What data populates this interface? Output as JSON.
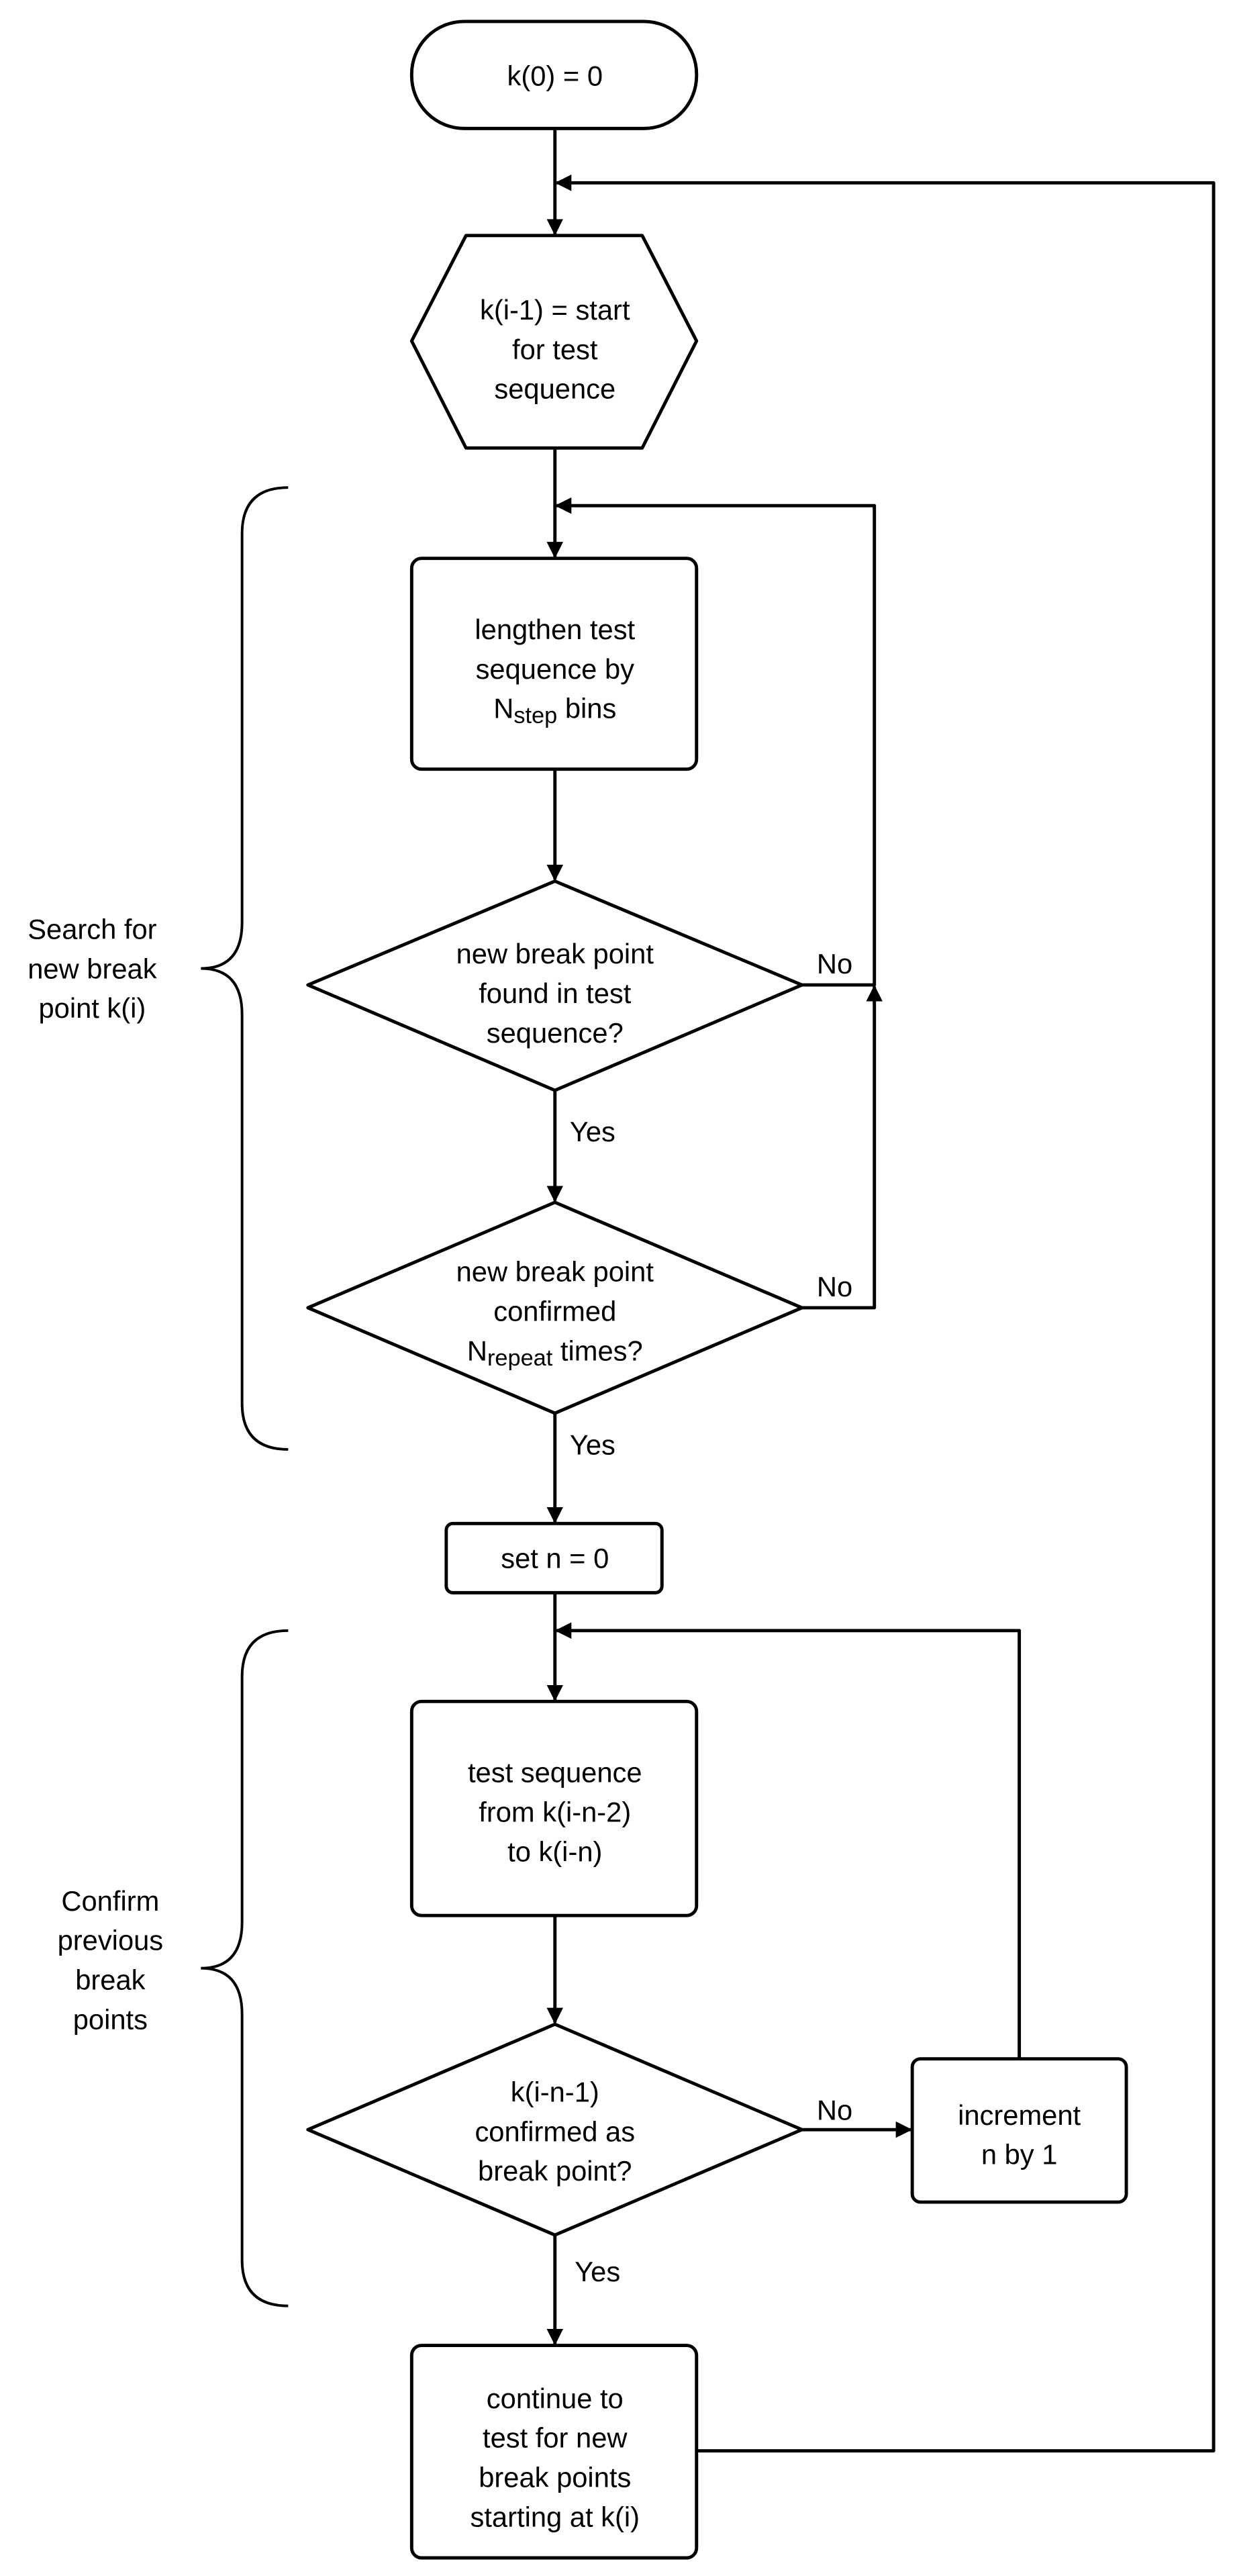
{
  "nodes": {
    "start": {
      "lines": [
        "k(0) = 0"
      ]
    },
    "prep": {
      "lines": [
        "k(i-1) = start",
        "for test",
        "sequence"
      ]
    },
    "lengthen": {
      "lines": [
        "lengthen test",
        "sequence by"
      ],
      "sub_main": "N",
      "sub": "step",
      "sub_after": " bins"
    },
    "found": {
      "lines": [
        "new break point",
        "found in test",
        "sequence?"
      ]
    },
    "confirmed": {
      "lines": [
        "new break point",
        "confirmed"
      ],
      "sub_main": "N",
      "sub": "repeat",
      "sub_after": " times?"
    },
    "setn": {
      "lines": [
        "set n = 0"
      ]
    },
    "testseq": {
      "lines": [
        "test sequence",
        "from k(i-n-2)",
        "to k(i-n)"
      ]
    },
    "prevconf": {
      "lines": [
        "k(i-n-1)",
        "confirmed as",
        "break point?"
      ]
    },
    "increment": {
      "lines": [
        "increment",
        "n by 1"
      ]
    },
    "continue": {
      "lines": [
        "continue to",
        "test for new",
        "break points",
        "starting at k(i)"
      ]
    }
  },
  "edge_labels": {
    "yes1": "Yes",
    "no1": "No",
    "yes2": "Yes",
    "no2": "No",
    "yes3": "Yes",
    "no3": "No"
  },
  "groups": {
    "search": {
      "lines": [
        "Search for",
        "new break",
        "point k(i)"
      ]
    },
    "confirm": {
      "lines": [
        "Confirm",
        "previous",
        "break",
        "points"
      ]
    }
  }
}
